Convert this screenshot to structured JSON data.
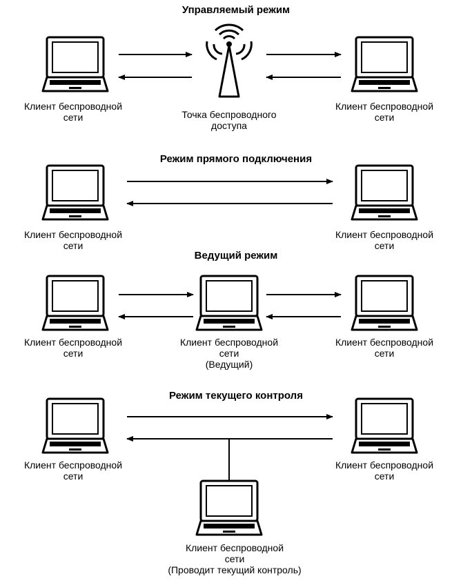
{
  "sections": [
    {
      "title": "Управляемый режим",
      "left_label": [
        "Клиент беспроводной",
        "сети"
      ],
      "center_label": [
        "Точка беспроводного",
        "доступа"
      ],
      "right_label": [
        "Клиент беспроводной",
        "сети"
      ]
    },
    {
      "title": "Режим прямого подключения",
      "left_label": [
        "Клиент беспроводной",
        "сети"
      ],
      "right_label": [
        "Клиент беспроводной",
        "сети"
      ]
    },
    {
      "title": "Ведущий режим",
      "left_label": [
        "Клиент беспроводной",
        "сети"
      ],
      "center_label": [
        "Клиент беспроводной",
        "сети",
        "(Ведущий)"
      ],
      "right_label": [
        "Клиент беспроводной",
        "сети"
      ]
    },
    {
      "title": "Режим текущего контроля",
      "left_label": [
        "Клиент беспроводной",
        "сети"
      ],
      "right_label": [
        "Клиент беспроводной",
        "сети"
      ],
      "bottom_label": [
        "Клиент беспроводной",
        "сети",
        "(Проводит текущий контроль)"
      ]
    }
  ],
  "icons": {
    "laptop": "laptop-icon",
    "access_point": "antenna-tower-icon"
  }
}
